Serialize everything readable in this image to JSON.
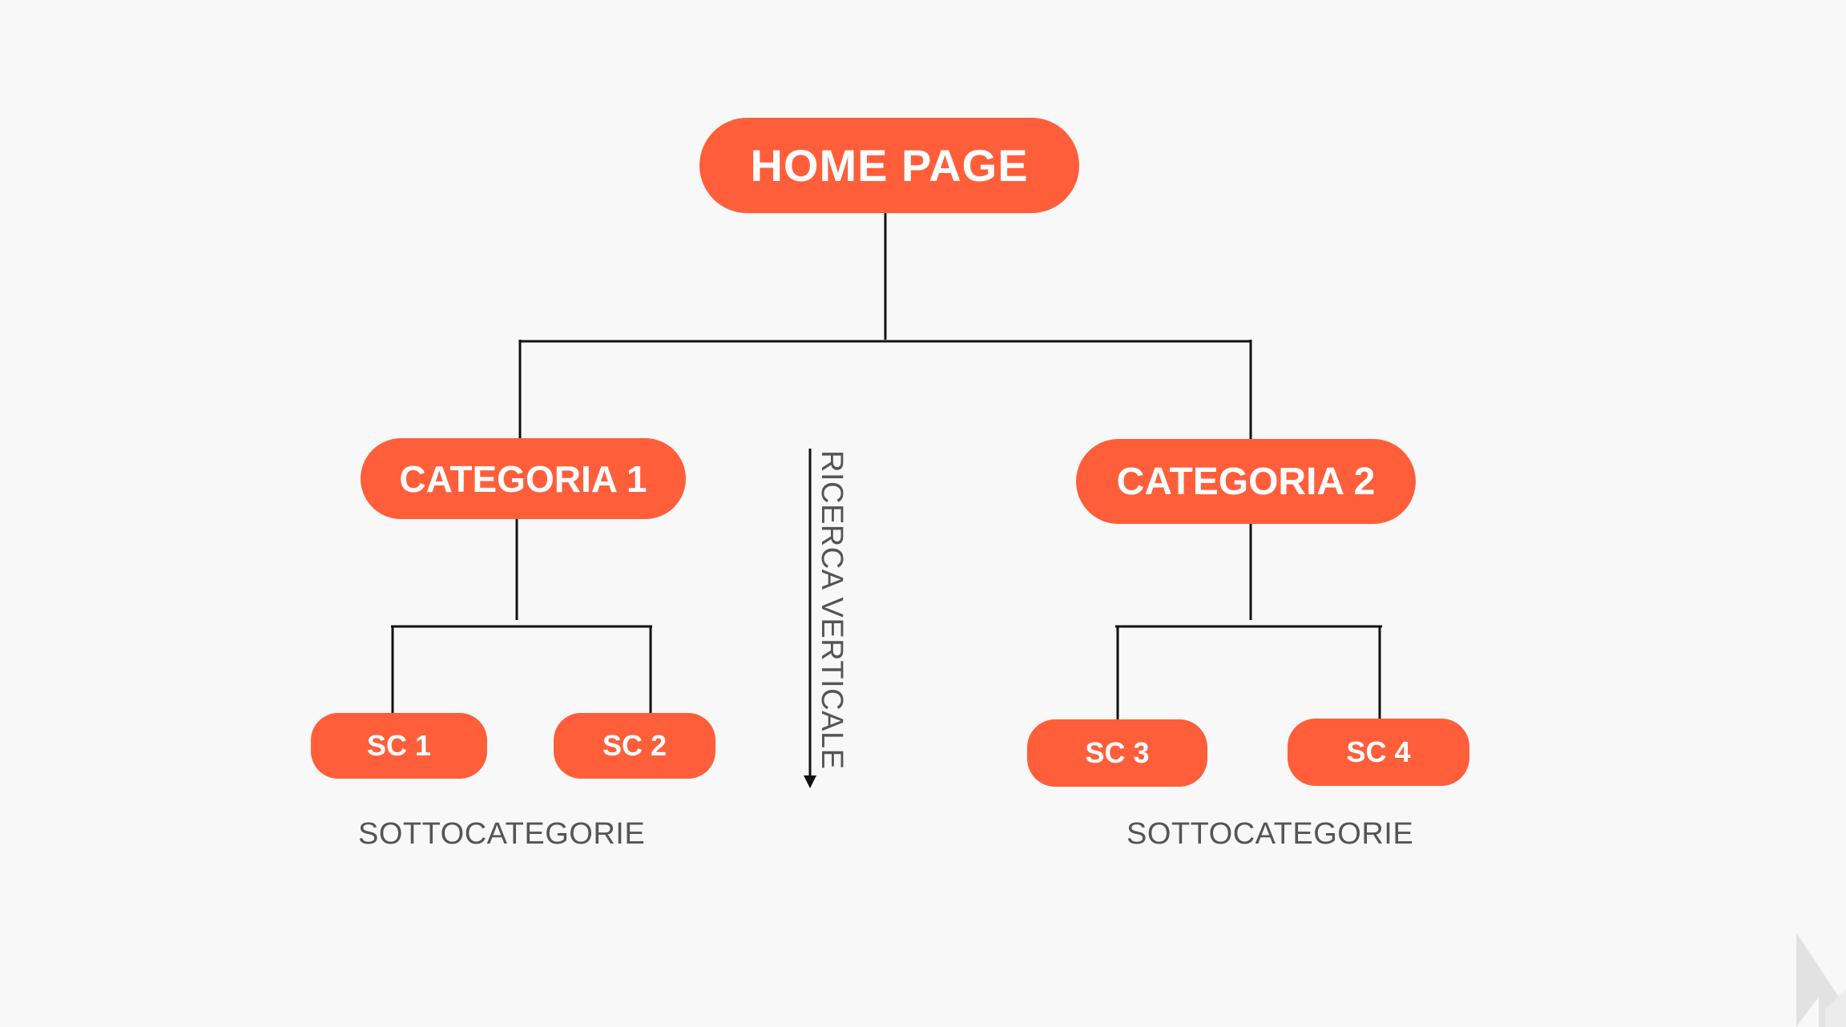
{
  "nodes": {
    "home": "HOME PAGE",
    "categories": [
      "CATEGORIA 1",
      "CATEGORIA 2"
    ],
    "subcategories": [
      "SC 1",
      "SC 2",
      "SC 3",
      "SC 4"
    ]
  },
  "labels": {
    "sub_left": "SOTTOCATEGORIE",
    "sub_right": "SOTTOCATEGORIE",
    "vertical": "RICERCA VERTICALE"
  },
  "edges": [
    [
      "HOME PAGE",
      "CATEGORIA 1"
    ],
    [
      "HOME PAGE",
      "CATEGORIA 2"
    ],
    [
      "CATEGORIA 1",
      "SC 1"
    ],
    [
      "CATEGORIA 1",
      "SC 2"
    ],
    [
      "CATEGORIA 2",
      "SC 3"
    ],
    [
      "CATEGORIA 2",
      "SC 4"
    ]
  ],
  "colors": {
    "node_fill": "#ff5e3a",
    "node_text": "#ffffff",
    "background": "#f8f8f8",
    "connector": "#111111",
    "label_text": "#555555",
    "logo": "#e2e2e2"
  }
}
